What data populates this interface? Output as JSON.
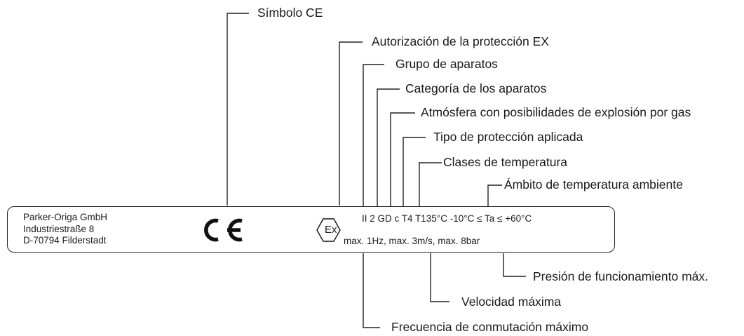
{
  "labels": {
    "ce_symbol": "Símbolo CE",
    "ex_authorization": "Autorización de la protección EX",
    "device_group": "Grupo de aparatos",
    "device_category": "Categoría de los aparatos",
    "gas_atmosphere": "Atmósfera con posibilidades de explosión por gas",
    "protection_type": "Tipo de protección aplicada",
    "temperature_classes": "Clases de temperatura",
    "ambient_temperature": "Ámbito de temperatura ambiente",
    "max_pressure": "Presión de funcionamiento máx.",
    "max_speed": "Velocidad máxima",
    "max_frequency": "Frecuencia de conmutación máximo"
  },
  "plate": {
    "address": [
      "Parker-Origa GmbH",
      "Industriestraße 8",
      "D-70794 Filderstadt"
    ],
    "ce_mark": "CE",
    "ex_symbol": "Ex",
    "marking_line": "II 2 GD c T4  T135°C -10°C ≤ Ta ≤ +60°C",
    "limits_line": "max. 1Hz, max. 3m/s, max. 8bar"
  },
  "colors": {
    "line": "#222222",
    "text": "#1a1a1a"
  }
}
